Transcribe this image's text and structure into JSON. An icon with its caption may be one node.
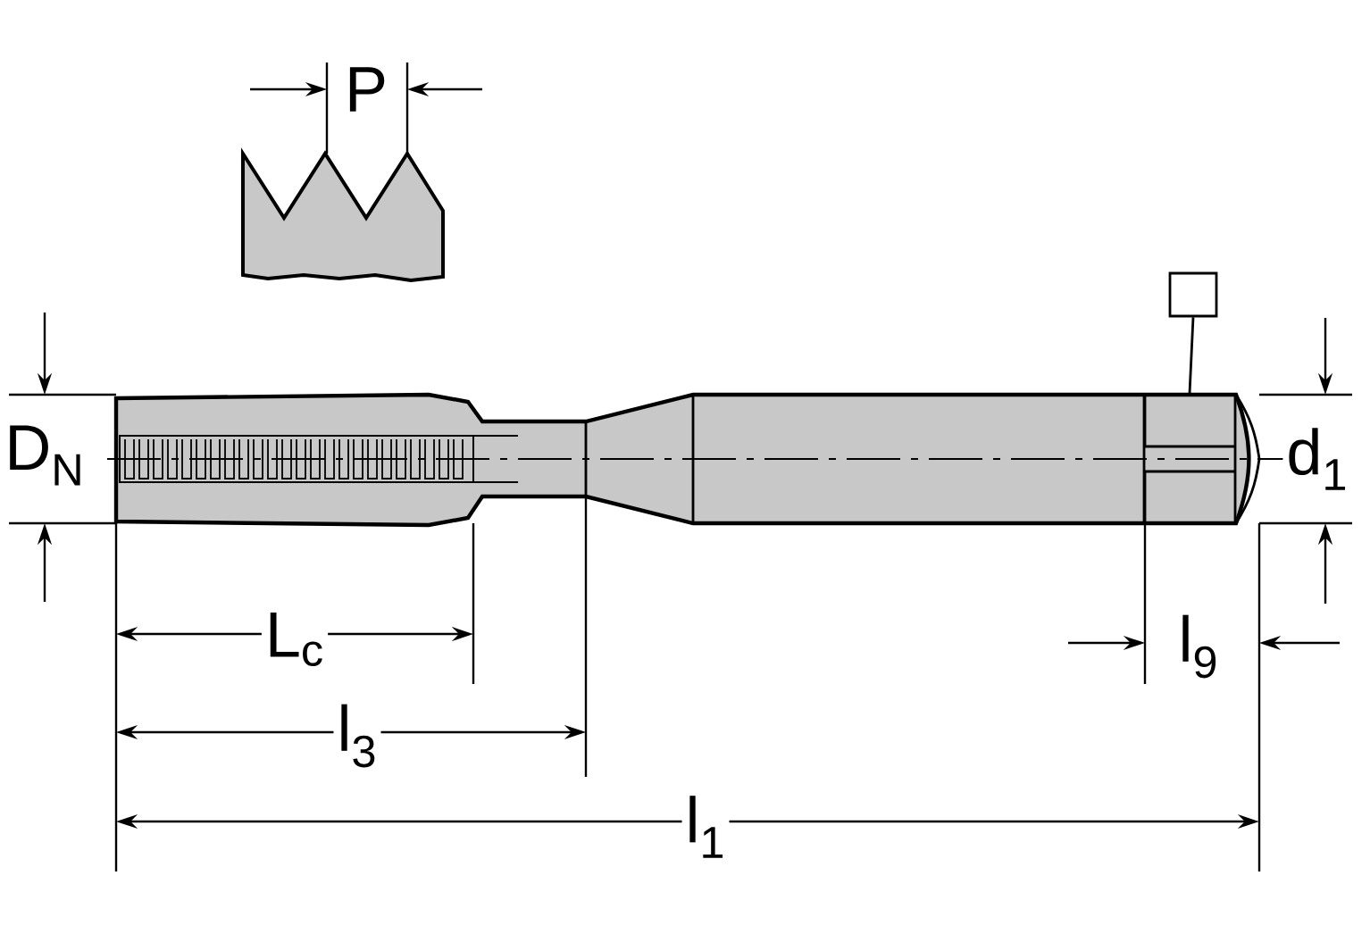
{
  "diagram": {
    "nodes": [
      {
        "text": [],
        "shape": "box"
      },
      {
        "text": [],
        "shape": "box"
      }
    ],
    "edges": [
      {
        "from": 0,
        "to": 1,
        "arrow": "none"
      }
    ],
    "labels": [
      "P",
      "D$_{N}$",
      "d$_{1}$",
      "L$_{c}$",
      "l$_{9}$",
      "l$_{3}$",
      "l$_{1}$"
    ]
  }
}
